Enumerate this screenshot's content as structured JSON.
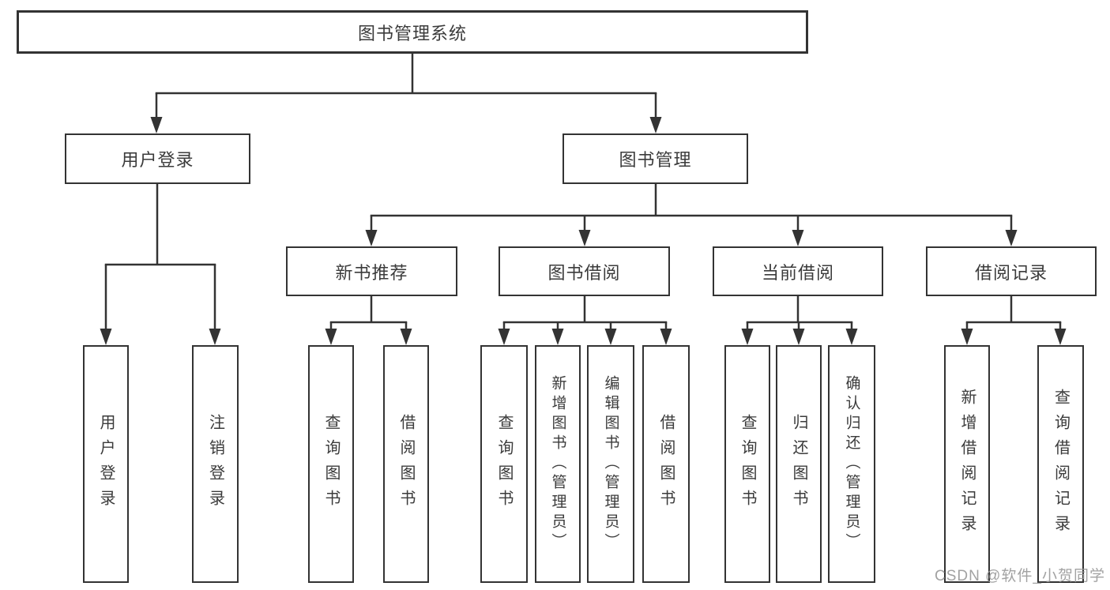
{
  "colors": {
    "line": "#333333",
    "box_border": "#333333",
    "text": "#3b3b3b",
    "box_fill": "#ffffff",
    "watermark": "#989898"
  },
  "diagram": {
    "root": {
      "label": "图书管理系统"
    },
    "branches": [
      {
        "label": "用户登录",
        "children": [
          {
            "label": "用户登录"
          },
          {
            "label": "注销登录"
          }
        ]
      },
      {
        "label": "图书管理",
        "children": [
          {
            "label": "新书推荐",
            "children": [
              {
                "label": "查询图书"
              },
              {
                "label": "借阅图书"
              }
            ]
          },
          {
            "label": "图书借阅",
            "children": [
              {
                "label": "查询图书"
              },
              {
                "label": "新增图书（管理员）"
              },
              {
                "label": "编辑图书（管理员）"
              },
              {
                "label": "借阅图书"
              }
            ]
          },
          {
            "label": "当前借阅",
            "children": [
              {
                "label": "查询图书"
              },
              {
                "label": "归还图书"
              },
              {
                "label": "确认归还（管理员）"
              }
            ]
          },
          {
            "label": "借阅记录",
            "children": [
              {
                "label": "新增借阅记录"
              },
              {
                "label": "查询借阅记录"
              }
            ]
          }
        ]
      }
    ]
  },
  "watermark": {
    "text": "CSDN @软件_小贺同学"
  }
}
